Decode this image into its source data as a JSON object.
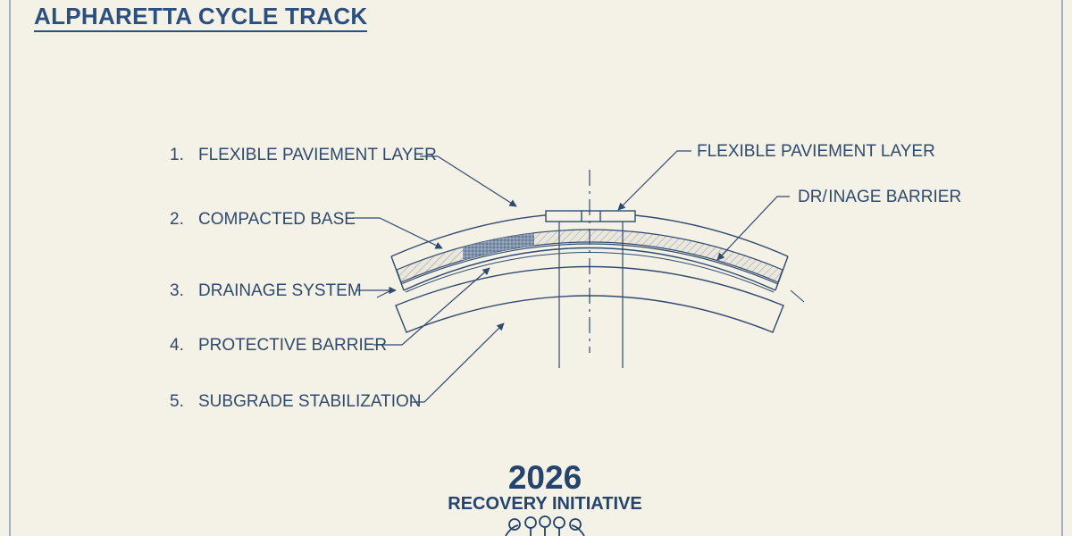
{
  "title": "ALPHARETTA CYCLE TRACK",
  "legend": [
    {
      "num": "1.",
      "label": "FLEXIBLE PAVIEMENT LAYER"
    },
    {
      "num": "2.",
      "label": "COMPACTED BASE"
    },
    {
      "num": "3.",
      "label": "DRAINAGE SYSTEM"
    },
    {
      "num": "4.",
      "label": "PROTECTIVE BARRIER"
    },
    {
      "num": "5.",
      "label": "SUBGRADE STABILIZATION"
    }
  ],
  "callouts": {
    "top_right": "FLEXIBLE PAVIEMENT LAYER",
    "right": "DR/ INAGE BARRIER"
  },
  "footer": {
    "year": "2026",
    "initiative": "RECOVERY INITIATIVE"
  },
  "colors": {
    "background": "#f4f1e7",
    "ink": "#2f4a6d",
    "accent": "#2b4f7e"
  }
}
